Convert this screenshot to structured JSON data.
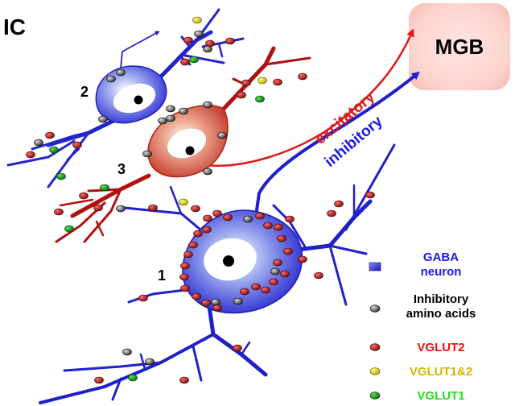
{
  "region_label": "IC",
  "target_label": "MGB",
  "neuron_labels": [
    "1",
    "2",
    "3"
  ],
  "pathways": {
    "excitatory": {
      "label": "excitatory",
      "color": "#e01818"
    },
    "inhibitory": {
      "label": "inhibitory",
      "color": "#1a1ae0"
    }
  },
  "legend": [
    {
      "line1": "GABA",
      "line2": "neuron",
      "color": "#2e2ee0",
      "text_color": "#1a1ae0",
      "icon": "gaba-neuron-swatch"
    },
    {
      "line1": "Inhibitory",
      "line2": "amino acids",
      "color": "#555555",
      "text_color": "#000000",
      "icon": "inhibitory-terminal-swatch"
    },
    {
      "line1": "VGLUT2",
      "line2": "",
      "color": "#a81010",
      "text_color": "#ee1111",
      "icon": "vglut2-terminal-swatch"
    },
    {
      "line1": "VGLUT1&2",
      "line2": "",
      "color": "#e8e800",
      "text_color": "#d6b400",
      "icon": "vglut1and2-terminal-swatch"
    },
    {
      "line1": "VGLUT1",
      "line2": "",
      "color": "#14a014",
      "text_color": "#22dd22",
      "icon": "vglut1-terminal-swatch"
    }
  ]
}
